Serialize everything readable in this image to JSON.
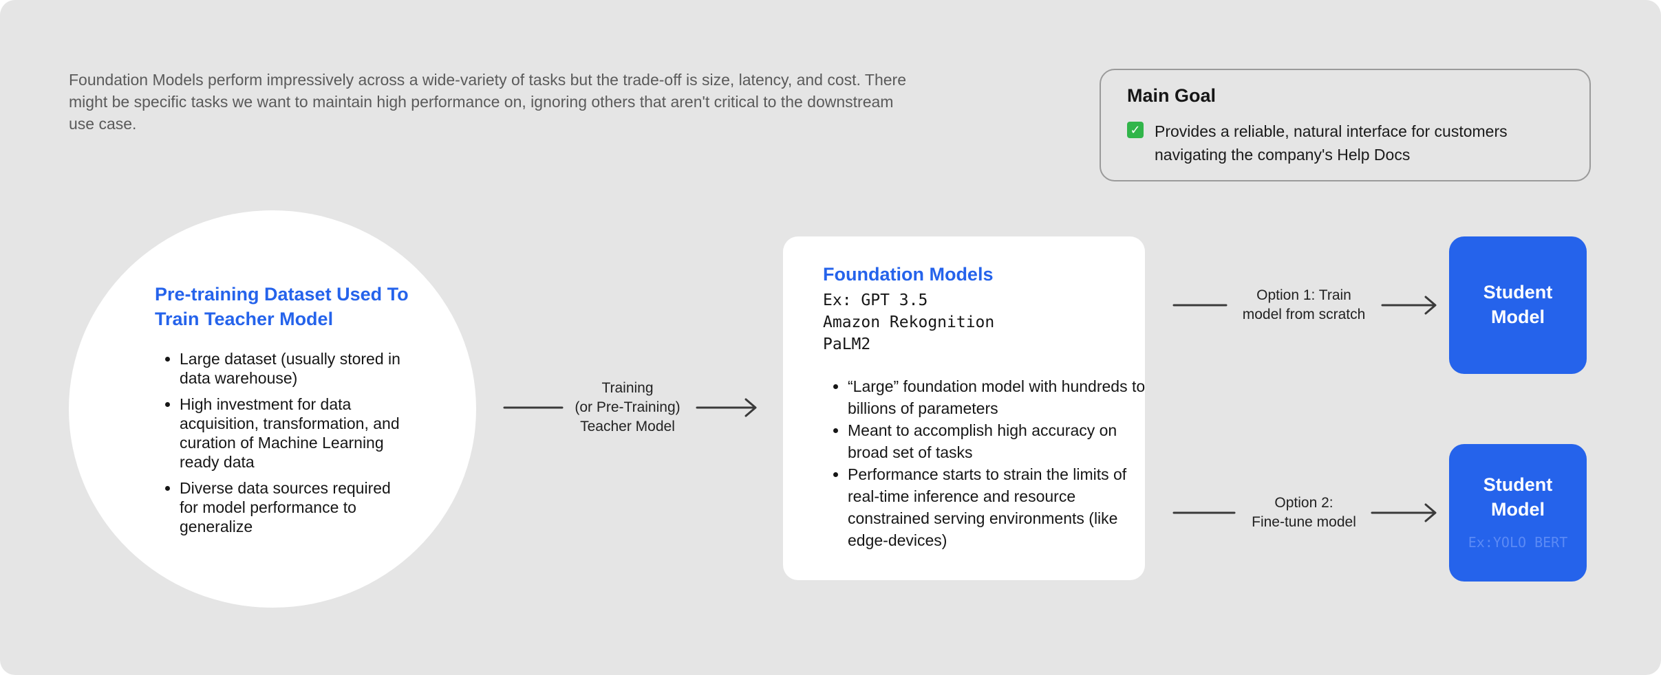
{
  "intro": {
    "text": "Foundation Models perform impressively across a wide-variety of tasks but the trade-off is size, latency, and cost. There might be specific tasks we want to maintain high performance on, ignoring others that aren't critical to the downstream use case."
  },
  "main_goal": {
    "title": "Main Goal",
    "check_icon": "check-mark-icon",
    "text": "Provides a reliable, natural interface for customers navigating the company's Help Docs"
  },
  "dataset": {
    "title": "Pre-training Dataset Used To Train Teacher Model",
    "bullets": [
      "Large dataset (usually stored in data warehouse)",
      "High investment for data acquisition, transformation, and curation of Machine Learning ready data",
      "Diverse data sources required for model performance to generalize"
    ]
  },
  "training_connector": {
    "lines": [
      "Training",
      "(or Pre-Training)",
      "Teacher Model"
    ]
  },
  "foundation_models": {
    "title": "Foundation Models",
    "examples": [
      "Ex: GPT 3.5",
      "Amazon Rekognition",
      "PaLM2"
    ],
    "bullets": [
      "“Large” foundation model with hundreds to billions of parameters",
      "Meant to accomplish high accuracy on broad set of tasks",
      "Performance starts to strain the limits of  real-time inference and resource constrained serving environments (like edge-devices)"
    ]
  },
  "option1": {
    "lines": [
      "Option 1: Train",
      "model from scratch"
    ]
  },
  "option2": {
    "lines": [
      "Option 2:",
      "Fine-tune model"
    ]
  },
  "student1": {
    "lines": [
      "Student",
      "Model"
    ]
  },
  "student2": {
    "lines": [
      "Student",
      "Model"
    ],
    "note": "Ex:YOLO BERT"
  },
  "colors": {
    "accent": "#2563eb",
    "background": "#e5e5e5",
    "card": "#ffffff",
    "check": "#31b54a"
  }
}
